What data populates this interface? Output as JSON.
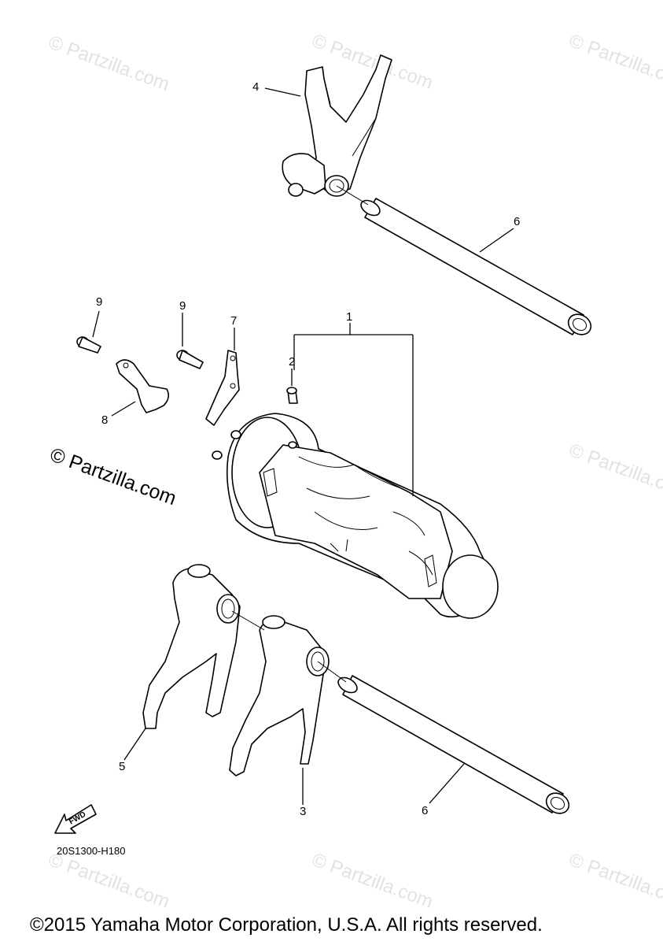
{
  "watermark_small": "© Partzilla.com",
  "watermark_big": "© Partzilla.com",
  "callouts": {
    "n1": "1",
    "n2": "2",
    "n3": "3",
    "n4": "4",
    "n5": "5",
    "n6a": "6",
    "n6b": "6",
    "n7": "7",
    "n8": "8",
    "n9a": "9",
    "n9b": "9"
  },
  "fwd_label": "FWD",
  "diagram_code": "20S1300-H180",
  "copyright": "©2015 Yamaha Motor Corporation, U.S.A. All rights reserved."
}
